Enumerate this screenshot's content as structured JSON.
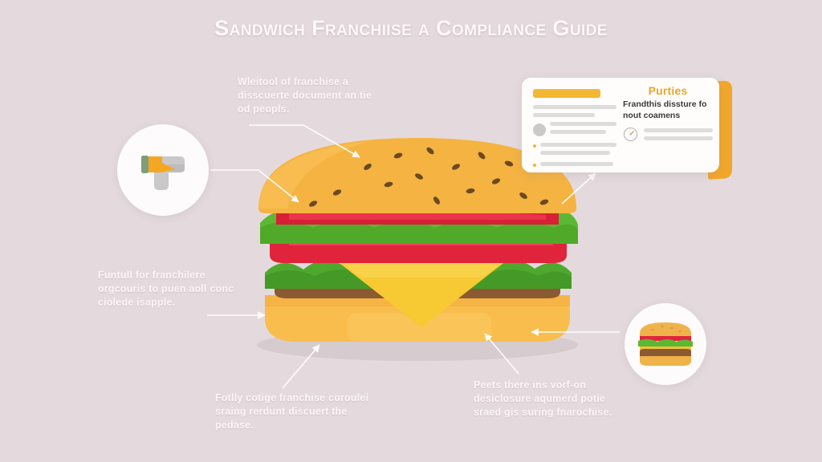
{
  "page": {
    "title": "Sandwich Franchiise a Compliance Guide",
    "background_color": "#e4dadd",
    "text_color": "#fcf6f8",
    "accent_color": "#f2a72a"
  },
  "annotations": [
    {
      "id": "note-top-left",
      "text": "Wleitool of franchise a disscuerte document an tie od peopls."
    },
    {
      "id": "note-left",
      "text": "Funtull for franchilere orgcouris to puen aoll conc ciolede isapple."
    },
    {
      "id": "note-bottom-left",
      "text": "Fotlly cotige franchise coroulei sraing rerdunt discuert the pedase."
    },
    {
      "id": "note-bottom-right",
      "text": "Peets there ins vorf-on desiclosure aqumerd potie sraed gis suring fnarochise."
    }
  ],
  "document_card": {
    "heading": "Purties",
    "subtext": "Frandthis dissture fo nout coamens",
    "accent_color": "#f4b733",
    "fold_color": "#f2a72a",
    "body_color": "#fffdfb"
  },
  "badges": {
    "scanner": {
      "icon": "scanner-gun-icon"
    },
    "burger": {
      "icon": "mini-burger-icon"
    }
  },
  "burger": {
    "label": "sandwich-illustration",
    "top_bun_color": "#f5b342",
    "bottom_bun_color": "#f9bd4e",
    "lettuce_color": "#4fa82e",
    "tomato_color": "#e0243c",
    "cheese_color": "#f7c932",
    "patty_color": "#8b5a33",
    "seed_color": "#6b4a22"
  },
  "connectors": {
    "color": "#ffffff",
    "count": 7
  }
}
